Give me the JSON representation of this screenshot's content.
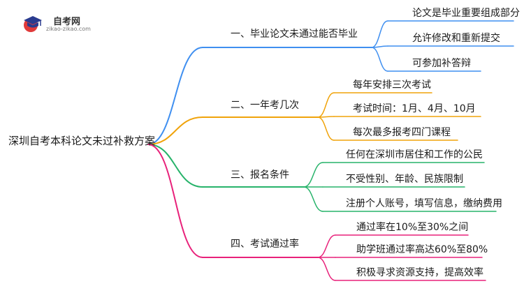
{
  "logo": {
    "name": "自考网",
    "url": "zikao-zikao.com"
  },
  "root": {
    "label": "深圳自考本科论文未过补救方案"
  },
  "branches": [
    {
      "label": "一、毕业论文未通过能否毕业",
      "color": "#3f8ff0",
      "children": [
        "论文是毕业重要组成部分",
        "允许修改和重新提交",
        "可参加补答辩"
      ]
    },
    {
      "label": "二、一年考几次",
      "color": "#f0a30a",
      "children": [
        "每年安排三次考试",
        "考试时间：1月、4月、10月",
        "每次最多报考四门课程"
      ]
    },
    {
      "label": "三、报名条件",
      "color": "#27b36a",
      "children": [
        "任何在深圳市居住和工作的公民",
        "不受性别、年龄、民族限制",
        "注册个人账号，填写信息，缴纳费用"
      ]
    },
    {
      "label": "四、考试通过率",
      "color": "#e8217a",
      "children": [
        "通过率在10%至30%之间",
        "助学班通过率高达60%至80%",
        "积极寻求资源支持，提高效率"
      ]
    }
  ]
}
